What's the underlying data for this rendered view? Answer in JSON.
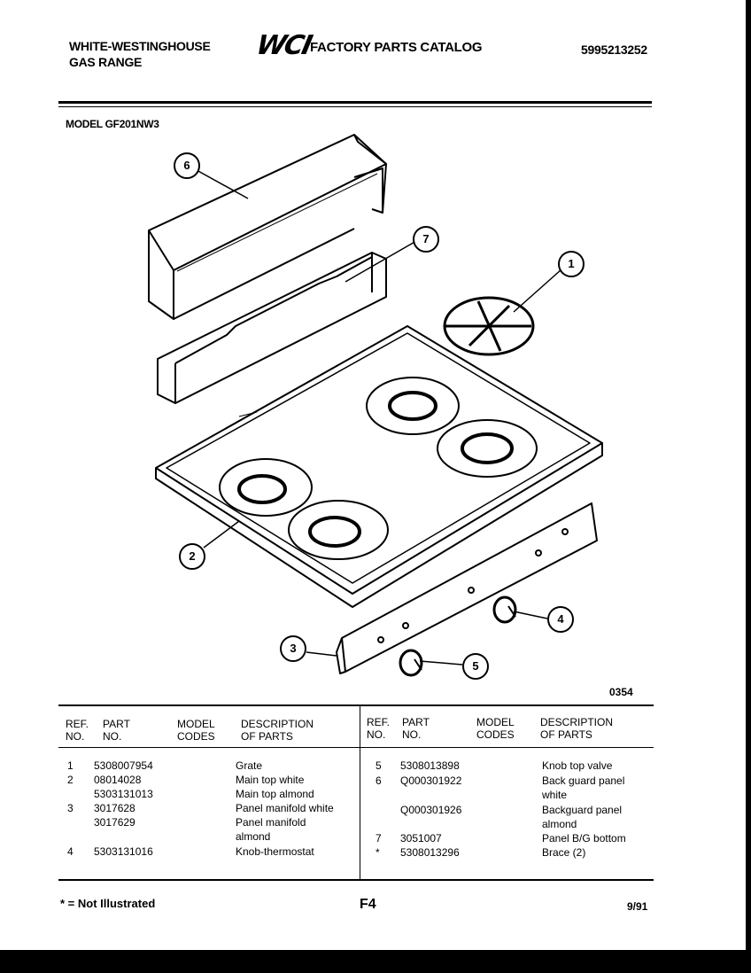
{
  "header": {
    "brand_line1": "WHITE-WESTINGHOUSE",
    "brand_line2": "GAS RANGE",
    "logo_text": "WCI",
    "catalog_title": "FACTORY PARTS CATALOG",
    "catalog_number": "5995213252",
    "model_label": "MODEL GF201NW3"
  },
  "diagram": {
    "callouts": [
      "1",
      "2",
      "3",
      "4",
      "5",
      "6",
      "7"
    ],
    "figure_code": "0354"
  },
  "table": {
    "headers": {
      "ref": [
        "REF.",
        "NO."
      ],
      "part": [
        "PART",
        "NO."
      ],
      "model": [
        "MODEL",
        "CODES"
      ],
      "desc": [
        "DESCRIPTION",
        "OF PARTS"
      ]
    },
    "left": [
      {
        "ref": "1",
        "part": "5308007954",
        "desc": "Grate"
      },
      {
        "ref": "2",
        "part": "08014028",
        "desc": "Main top white"
      },
      {
        "ref": "",
        "part": "5303131013",
        "desc": "Main top almond"
      },
      {
        "ref": "3",
        "part": "3017628",
        "desc": "Panel manifold white"
      },
      {
        "ref": "",
        "part": "3017629",
        "desc": "Panel manifold"
      },
      {
        "ref": "",
        "part": "",
        "desc": "almond"
      },
      {
        "ref": "4",
        "part": "5303131016",
        "desc": "Knob-thermostat"
      }
    ],
    "right": [
      {
        "ref": "5",
        "part": "5308013898",
        "desc": "Knob top valve"
      },
      {
        "ref": "6",
        "part": "Q000301922",
        "desc": "Back guard panel"
      },
      {
        "ref": "",
        "part": "",
        "desc": "white"
      },
      {
        "ref": "",
        "part": "Q000301926",
        "desc": "Backguard panel"
      },
      {
        "ref": "",
        "part": "",
        "desc": "almond"
      },
      {
        "ref": "7",
        "part": "3051007",
        "desc": "Panel B/G bottom"
      },
      {
        "ref": "*",
        "part": "5308013296",
        "desc": "Brace (2)"
      }
    ]
  },
  "footer": {
    "note": "* = Not Illustrated",
    "page": "F4",
    "date": "9/91"
  }
}
